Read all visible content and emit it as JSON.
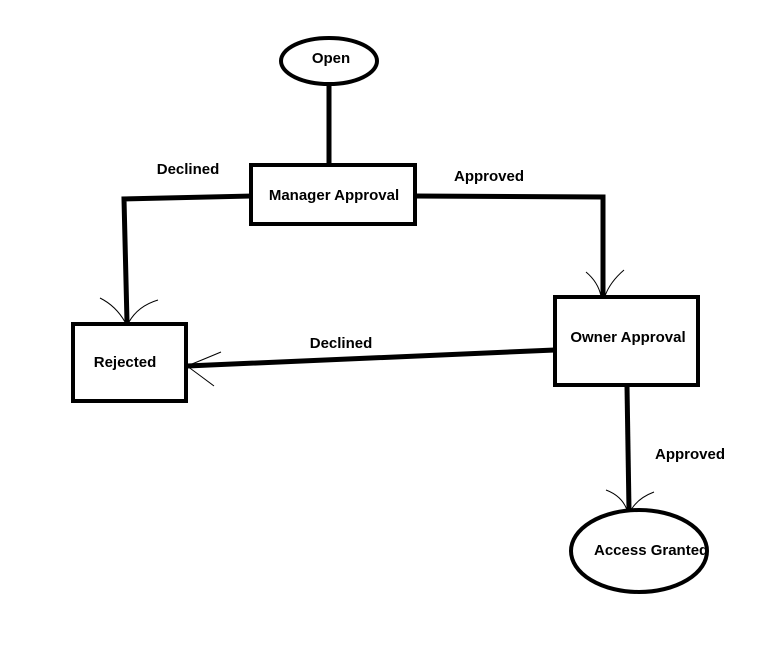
{
  "nodes": {
    "open": "Open",
    "manager_approval": "Manager Approval",
    "owner_approval": "Owner Approval",
    "rejected": "Rejected",
    "access_granted": "Access Granted"
  },
  "edges": {
    "manager_declined": "Declined",
    "manager_approved": "Approved",
    "owner_declined": "Declined",
    "owner_approved": "Approved"
  },
  "colors": {
    "stroke": "#000000",
    "background": "#ffffff"
  }
}
